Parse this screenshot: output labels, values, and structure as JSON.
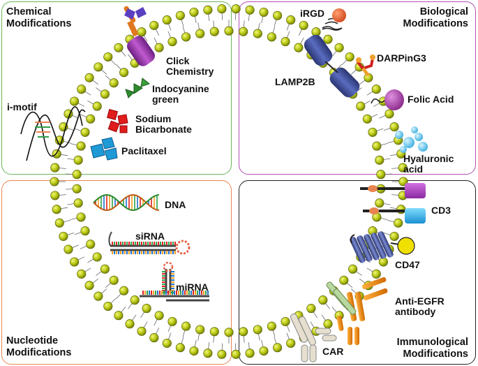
{
  "quadrants": {
    "chemical": {
      "line1": "Chemical",
      "line2": "Modifications"
    },
    "biological": {
      "line1": "Biological",
      "line2": "Modifications"
    },
    "nucleotide": {
      "line1": "Nucleotide",
      "line2": "Modifications"
    },
    "immunological": {
      "line1": "Immunological",
      "line2": "Modifications"
    }
  },
  "labels": {
    "click": {
      "line1": "Click",
      "line2": "Chemistry"
    },
    "icg": {
      "line1": "Indocyanine",
      "line2": "green"
    },
    "sodium": {
      "line1": "Sodium",
      "line2": "Bicarbonate"
    },
    "paclitaxel": "Paclitaxel",
    "imotif": "i-motif",
    "irgd": "iRGD",
    "lamp2b": "LAMP2B",
    "darpin": "DARPinG3",
    "folic": "Folic Acid",
    "hyaluronic": {
      "line1": "Hyaluronic",
      "line2": "acid"
    },
    "dna": "DNA",
    "sirna": "siRNA",
    "mirna": "miRNA",
    "cd3": "CD3",
    "cd47": "CD47",
    "anti_egfr": {
      "line1": "Anti-EGFR",
      "line2": "antibody"
    },
    "car": "CAR"
  },
  "colors": {
    "chemical_border": "#6bb35a",
    "biological_border": "#b04fb0",
    "nucleotide_border": "#e8844f",
    "immunological_border": "#222222",
    "lipid_head": "#b8c814",
    "click_body": "#9b3fb0",
    "icg": "#3a9a3a",
    "sodium": "#e01e1e",
    "paclitaxel": "#1e9ad6",
    "irgd": "#e8643a",
    "lamp2b": "#3a4a8c",
    "folic": "#a83aa8",
    "hyaluronic": "#5ec8e8",
    "cd3_top": "#a83ab8",
    "cd3_bottom": "#2ab0e8",
    "cd47": "#f0e000",
    "anti_egfr": "#e88a10",
    "car": "#d8d0c0"
  }
}
